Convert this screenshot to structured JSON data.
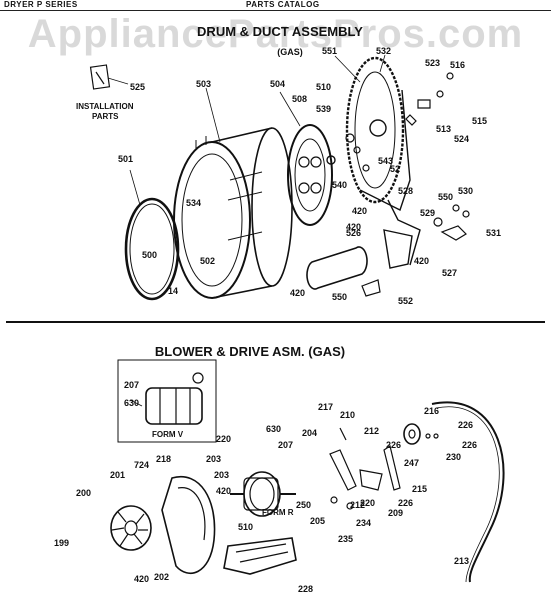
{
  "header": {
    "series": "DRYER P SERIES",
    "catalog": "PARTS CATALOG"
  },
  "watermark": "AppliancePartsPros.com",
  "section_top": {
    "title": "DRUM & DUCT ASSEMBLY",
    "subtitle": "(GAS)",
    "install_label_1": "INSTALLATION",
    "install_label_2": "PARTS",
    "callouts": [
      "525",
      "503",
      "504",
      "551",
      "532",
      "523",
      "516",
      "510",
      "508",
      "539",
      "513",
      "524",
      "515",
      "501",
      "543",
      "52",
      "534",
      "540",
      "420",
      "528",
      "530",
      "550",
      "529",
      "526",
      "420",
      "531",
      "500",
      "502",
      "420",
      "527",
      "14",
      "420",
      "550",
      "552"
    ]
  },
  "section_bottom": {
    "title": "BLOWER & DRIVE ASM. (GAS)",
    "form_v": "FORM V",
    "form_r": "FORM R",
    "callouts": [
      "207",
      "630",
      "630",
      "207",
      "220",
      "203",
      "217",
      "210",
      "216",
      "204",
      "212",
      "226",
      "724",
      "201",
      "218",
      "200",
      "203",
      "226",
      "247",
      "230",
      "226",
      "420",
      "250",
      "220",
      "226",
      "212",
      "215",
      "199",
      "510",
      "205",
      "234",
      "209",
      "235",
      "420",
      "202",
      "228",
      "213"
    ]
  }
}
